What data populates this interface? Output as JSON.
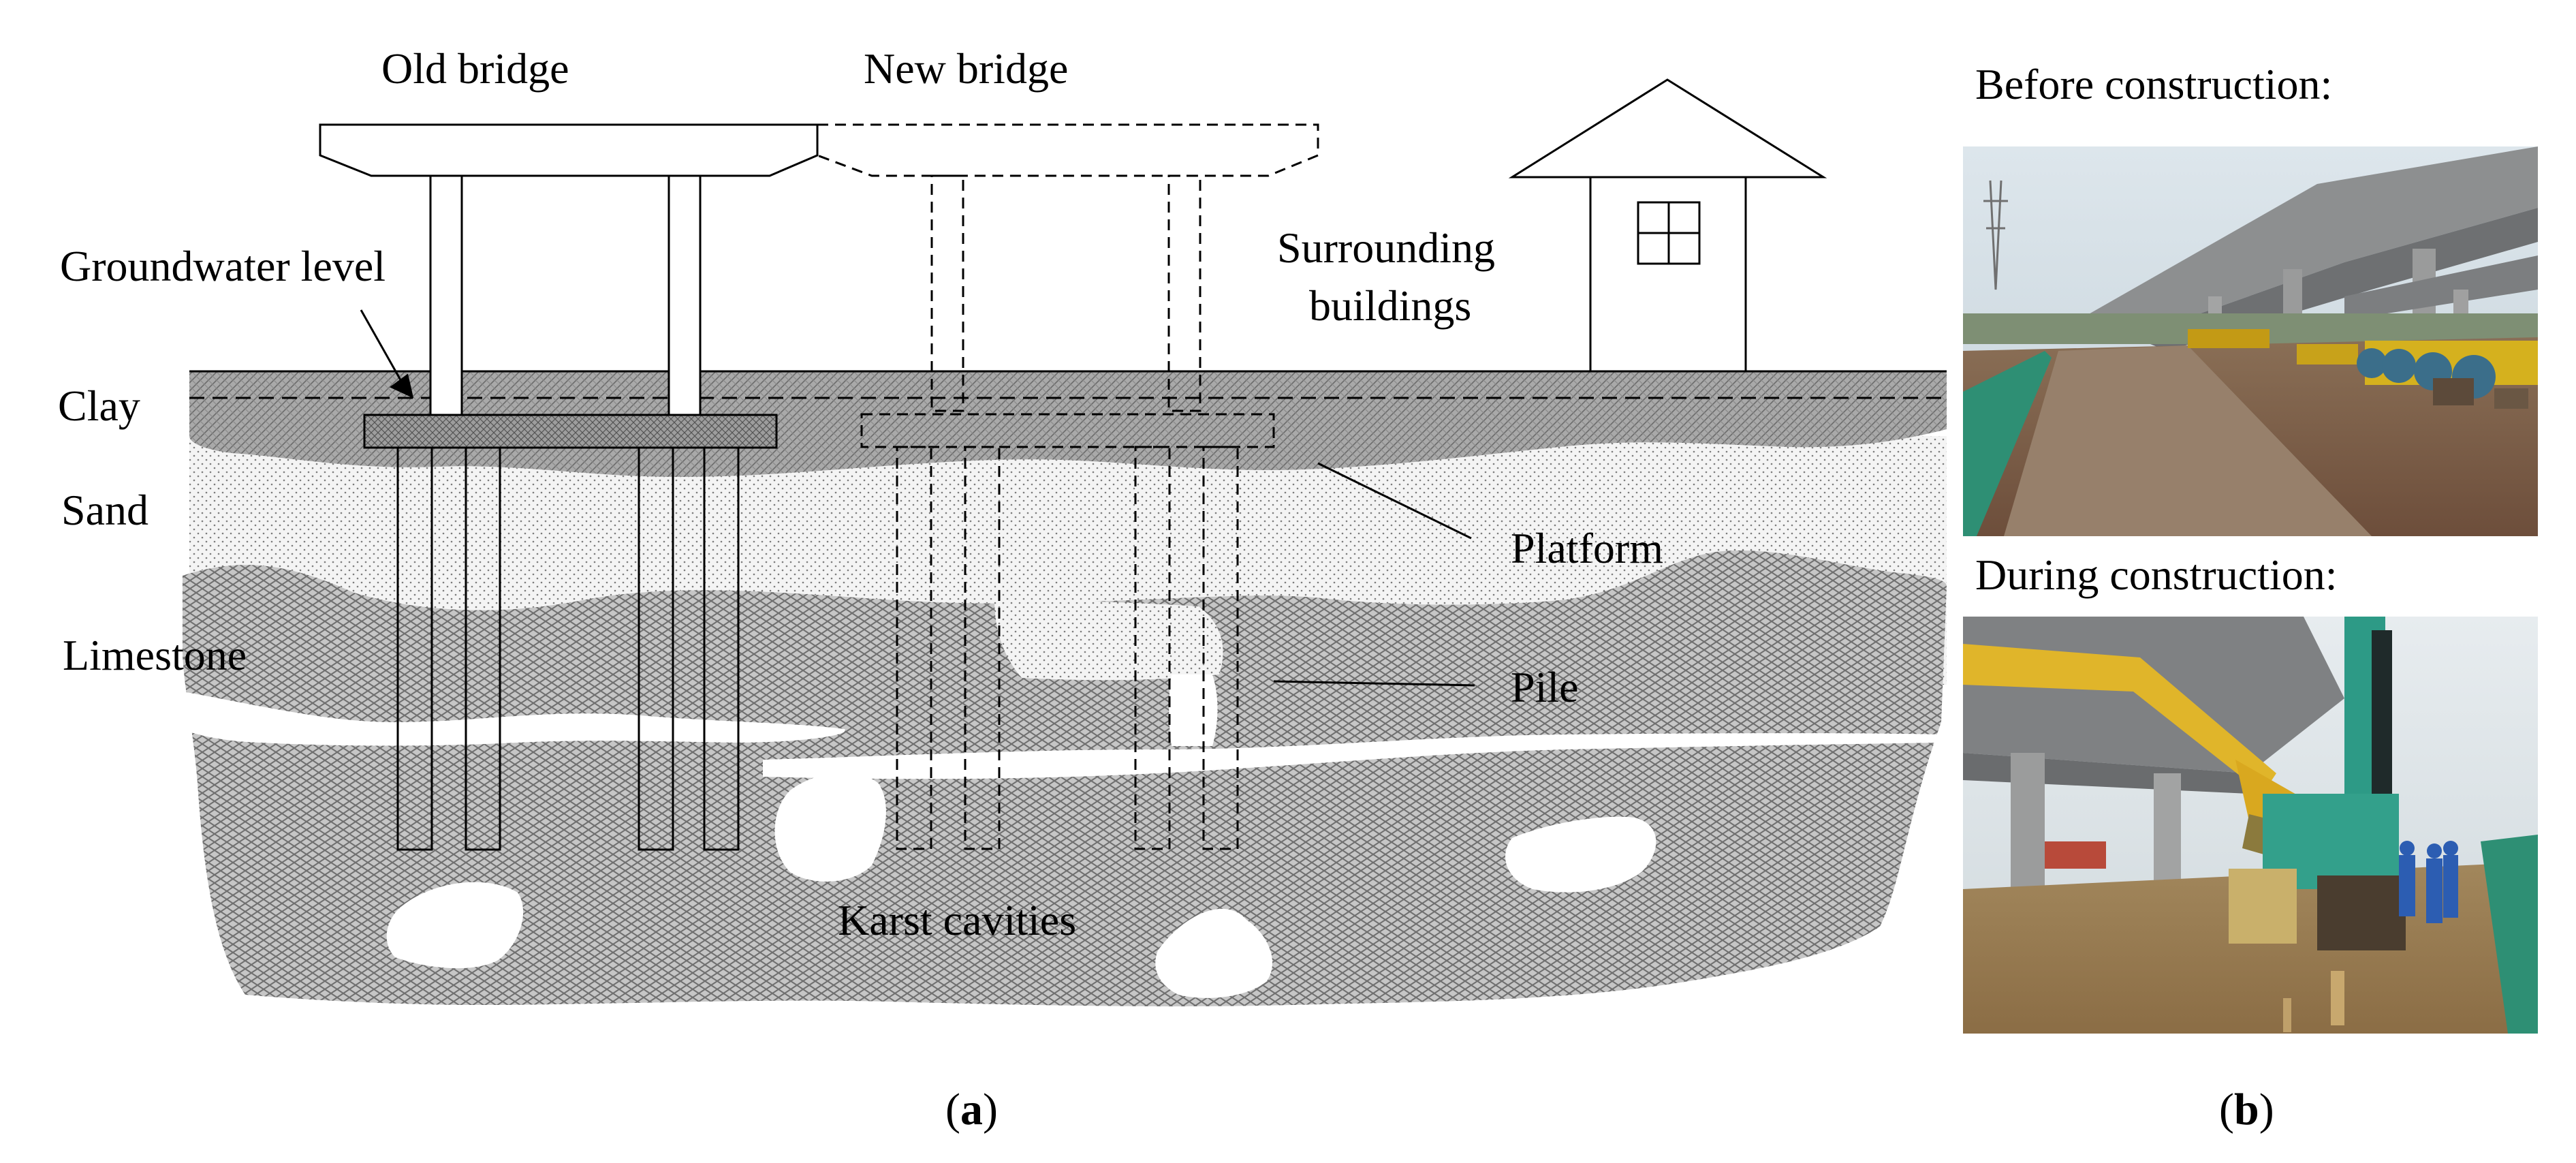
{
  "panel_a": {
    "caption_open": "(",
    "caption_letter": "a",
    "caption_close": ")",
    "labels": {
      "old_bridge": "Old bridge",
      "new_bridge": "New bridge",
      "groundwater_level": "Groundwater level",
      "surrounding_buildings_line1": "Surrounding",
      "surrounding_buildings_line2": "buildings",
      "clay": "Clay",
      "sand": "Sand",
      "limestone": "Limestone",
      "platform": "Platform",
      "pile": "Pile",
      "karst_cavities": "Karst cavities"
    }
  },
  "panel_b": {
    "caption_open": "(",
    "caption_letter": "b",
    "caption_close": ")",
    "before_title": "Before construction:",
    "during_title": "During construction:"
  }
}
